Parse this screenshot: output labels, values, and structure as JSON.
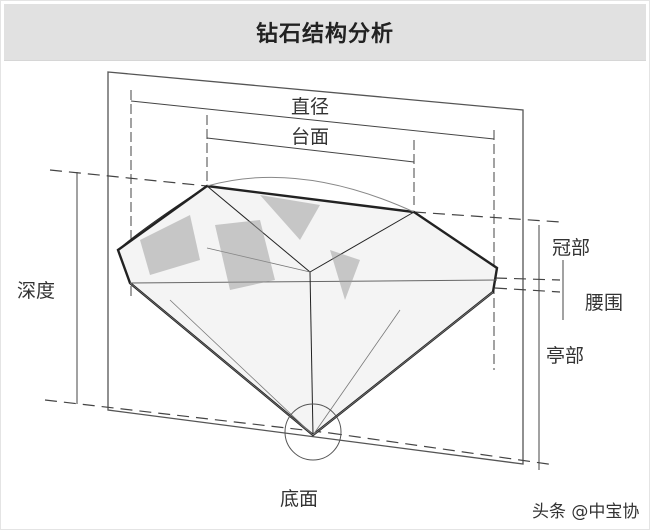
{
  "header": {
    "title": "钻石结构分析"
  },
  "labels": {
    "diameter": "直径",
    "table": "台面",
    "crown": "冠部",
    "girdle": "腰围",
    "pavilion": "亭部",
    "depth": "深度",
    "culet": "底面"
  },
  "watermark": "头条 @中宝协",
  "colors": {
    "header_bg": "#e1e1e1",
    "line": "#333333",
    "text": "#333333"
  }
}
